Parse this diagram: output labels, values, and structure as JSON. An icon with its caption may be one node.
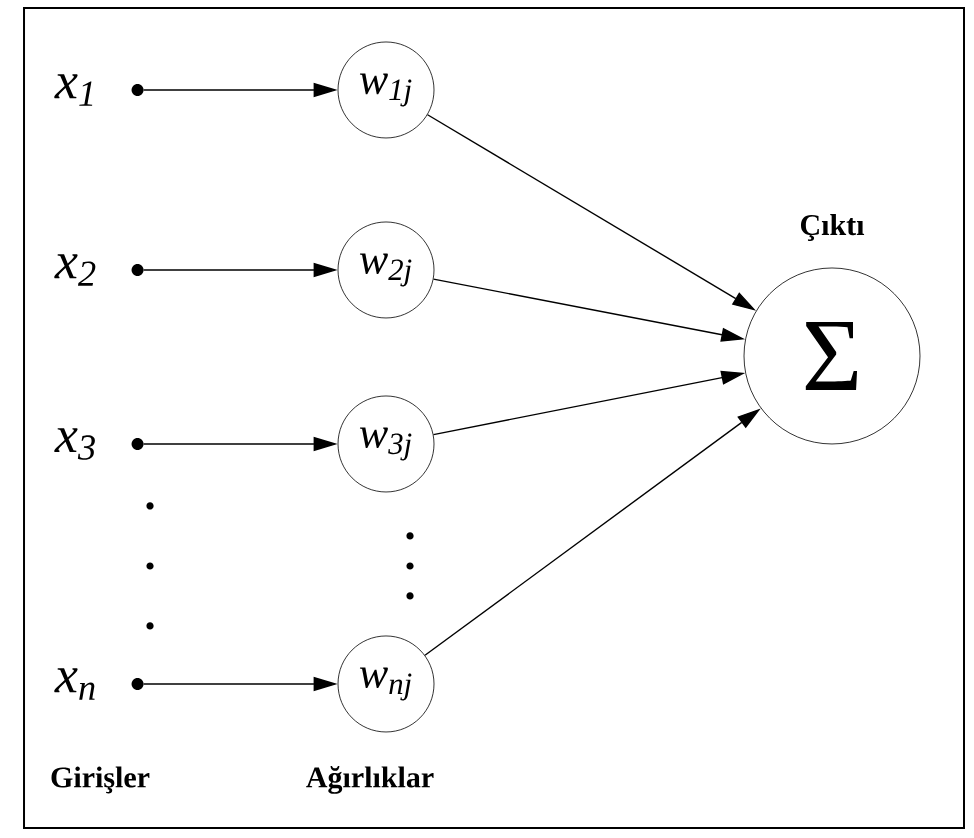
{
  "diagram": {
    "nodes": [
      {
        "text": [
          "x$_{1}$"
        ]
      },
      {
        "text": [
          "x$_{2}$"
        ]
      },
      {
        "text": [
          "x$_{3}$"
        ]
      },
      {
        "text": [
          "x$_{n}$"
        ]
      },
      {
        "text": [
          "w$_{1j}$"
        ]
      },
      {
        "text": [
          "w$_{2j}$"
        ]
      },
      {
        "text": [
          "w$_{3j}$"
        ]
      },
      {
        "text": [
          "w$_{nj}$"
        ]
      },
      {
        "text": [
          "Σ"
        ],
        "beside": [
          "Çıktı"
        ]
      }
    ],
    "edges": [
      {
        "from": 0,
        "to": 4,
        "arrow": "to"
      },
      {
        "from": 1,
        "to": 5,
        "arrow": "to"
      },
      {
        "from": 2,
        "to": 6,
        "arrow": "to"
      },
      {
        "from": 3,
        "to": 7,
        "arrow": "to"
      },
      {
        "from": 4,
        "to": 8,
        "arrow": "to"
      },
      {
        "from": 5,
        "to": 8,
        "arrow": "to"
      },
      {
        "from": 6,
        "to": 8,
        "arrow": "to"
      },
      {
        "from": 7,
        "to": 8,
        "arrow": "to"
      }
    ],
    "labels": [
      "Girişler",
      "Ağırlıklar"
    ]
  }
}
